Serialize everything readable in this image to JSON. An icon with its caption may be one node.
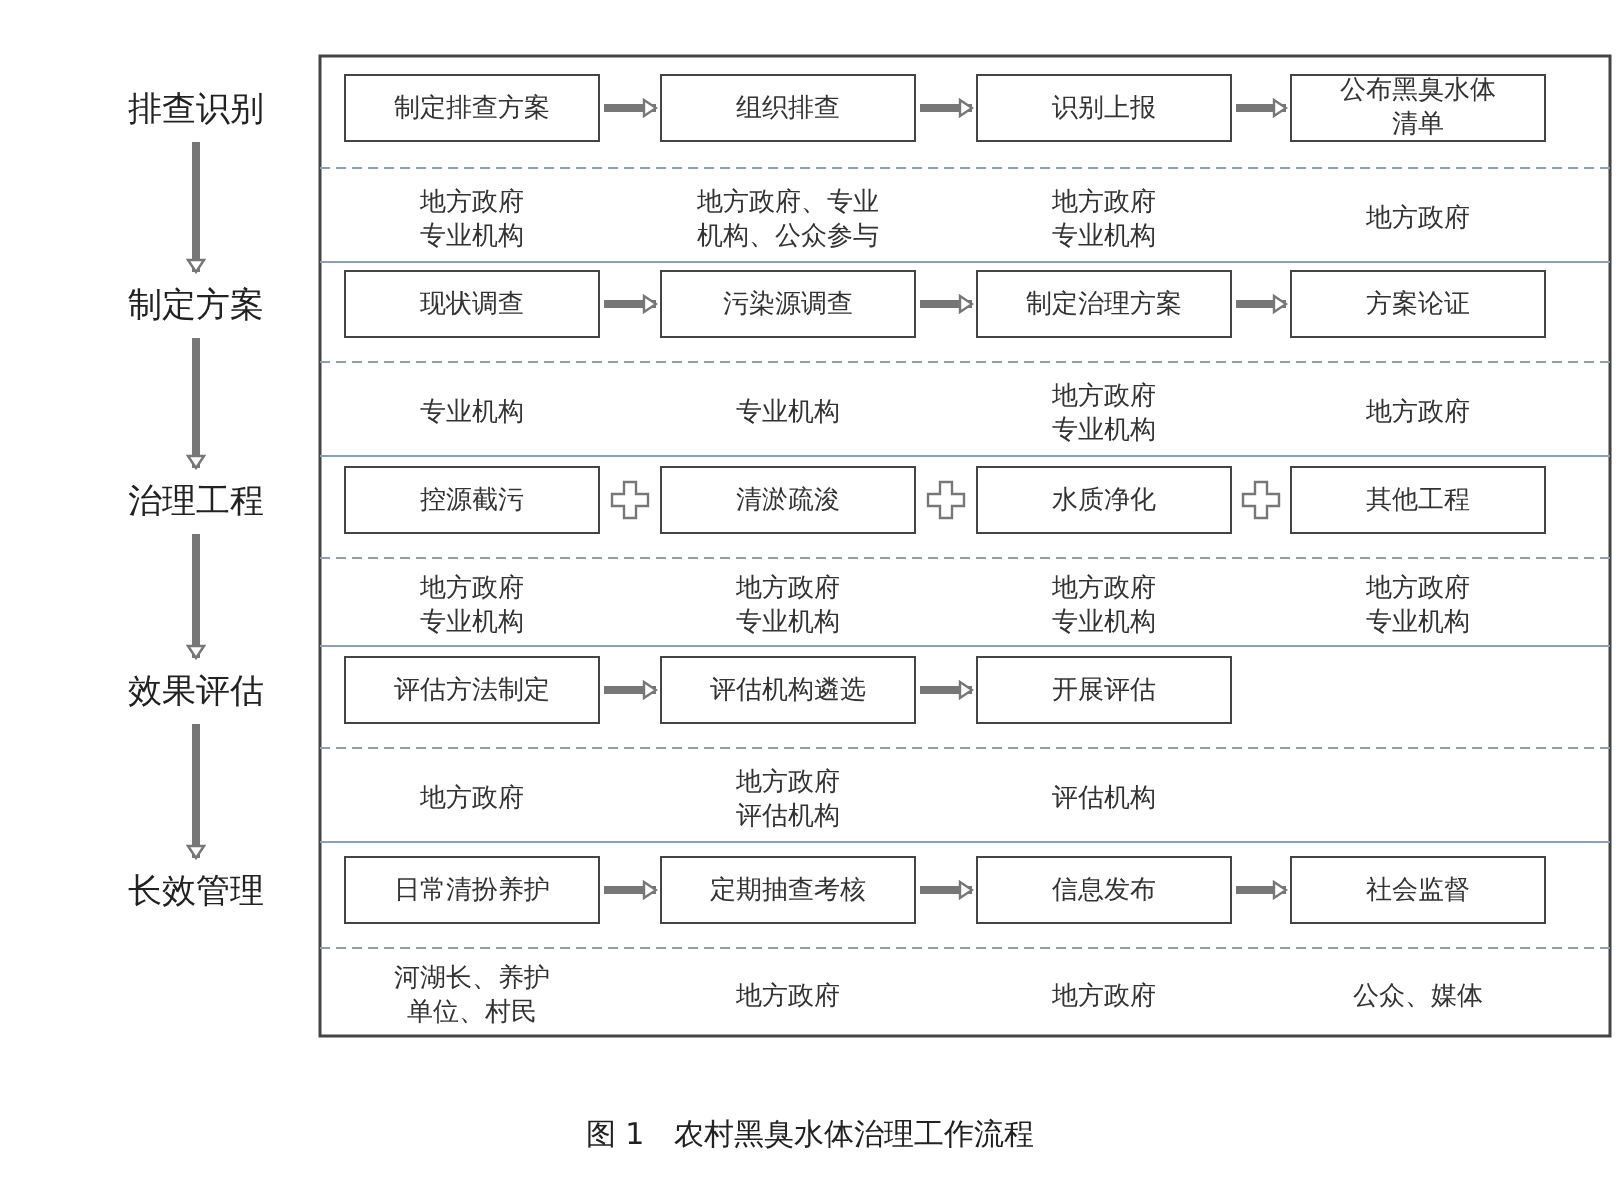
{
  "diagram": {
    "caption": "图 1　农村黑臭水体治理工作流程",
    "nodes": [
      {
        "text": [
          "排查识别"
        ]
      },
      {
        "text": [
          "制定排查方案"
        ]
      },
      {
        "text": [
          "组织排查"
        ]
      },
      {
        "text": [
          "识别上报"
        ]
      },
      {
        "text": [
          "公布黑臭水体清单"
        ]
      },
      {
        "text": [
          "制定方案"
        ]
      },
      {
        "text": [
          "现状调查"
        ]
      },
      {
        "text": [
          "污染源调查"
        ]
      },
      {
        "text": [
          "制定治理方案"
        ]
      },
      {
        "text": [
          "方案论证"
        ]
      },
      {
        "text": [
          "治理工程"
        ]
      },
      {
        "text": [
          "控源截污"
        ]
      },
      {
        "text": [
          "清淤疏浚"
        ]
      },
      {
        "text": [
          "水质净化"
        ]
      },
      {
        "text": [
          "其他工程"
        ]
      },
      {
        "text": [
          "效果评估"
        ]
      },
      {
        "text": [
          "评估方法制定"
        ]
      },
      {
        "text": [
          "评估机构遴选"
        ]
      },
      {
        "text": [
          "开展评估"
        ]
      },
      {
        "text": [
          "长效管理"
        ]
      },
      {
        "text": [
          "日常清扮养护"
        ]
      },
      {
        "text": [
          "定期抽查考核"
        ]
      },
      {
        "text": [
          "信息发布"
        ]
      },
      {
        "text": [
          "社会监督"
        ]
      }
    ],
    "edges": [
      {
        "from": 0,
        "to": 5,
        "arrow": "to"
      },
      {
        "from": 5,
        "to": 10,
        "arrow": "to"
      },
      {
        "from": 10,
        "to": 15,
        "arrow": "to"
      },
      {
        "from": 15,
        "to": 19,
        "arrow": "to"
      },
      {
        "from": 1,
        "to": 2,
        "arrow": "to"
      },
      {
        "from": 2,
        "to": 3,
        "arrow": "to"
      },
      {
        "from": 3,
        "to": 4,
        "arrow": "to"
      },
      {
        "from": 6,
        "to": 7,
        "arrow": "to"
      },
      {
        "from": 7,
        "to": 8,
        "arrow": "to"
      },
      {
        "from": 8,
        "to": 9,
        "arrow": "to"
      },
      {
        "from": 16,
        "to": 17,
        "arrow": "to"
      },
      {
        "from": 17,
        "to": 18,
        "arrow": "to"
      },
      {
        "from": 20,
        "to": 21,
        "arrow": "to"
      },
      {
        "from": 21,
        "to": 22,
        "arrow": "to"
      },
      {
        "from": 22,
        "to": 23,
        "arrow": "to"
      }
    ],
    "labels": [
      "地方政府专业机构",
      "地方政府、专业机构、公众参与",
      "地方政府专业机构",
      "地方政府",
      "专业机构",
      "专业机构",
      "地方政府专业机构",
      "地方政府",
      "地方政府专业机构",
      "地方政府专业机构",
      "地方政府专业机构",
      "地方政府专业机构",
      "地方政府",
      "地方政府评估机构",
      "评估机构",
      "河湖长、养护单位、村民",
      "地方政府",
      "地方政府",
      "公众、媒体"
    ]
  }
}
